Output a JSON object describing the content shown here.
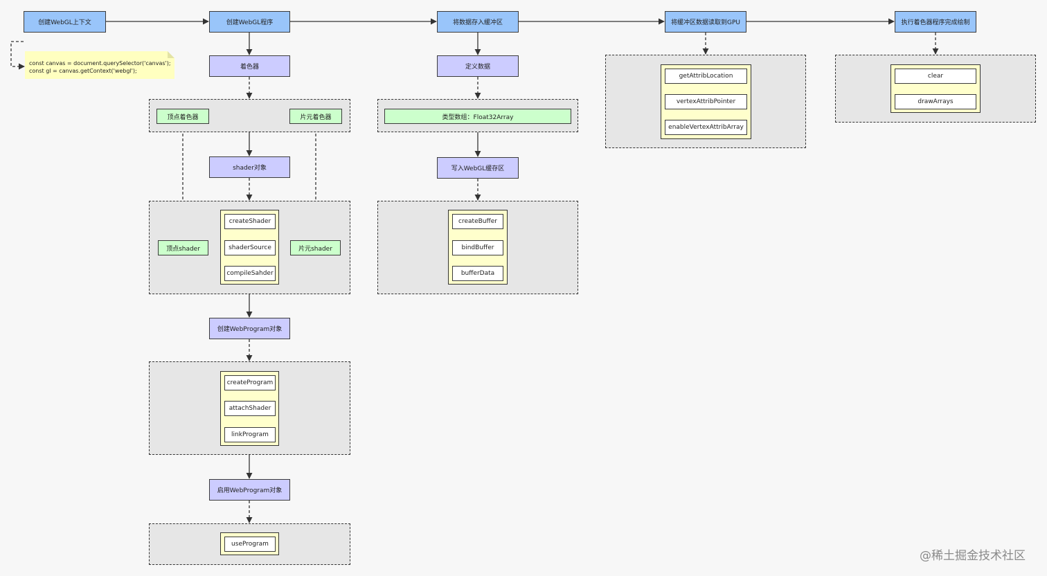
{
  "flow": {
    "step1": "创建WebGL上下文",
    "step2": "创建WebGL程序",
    "step3": "将数据存入缓冲区",
    "step4": "将缓冲区数据读取到GPU",
    "step5": "执行着色器程序完成绘制"
  },
  "note": {
    "line1": "const canvas = document.querySelector('canvas');",
    "line2": "const gl = canvas.getContext('webgl');"
  },
  "program": {
    "shader_label": "着色器",
    "vertex_shader": "顶点着色器",
    "fragment_shader": "片元着色器",
    "shader_object": "shader对象",
    "vertex_shader_obj": "顶点shader",
    "fragment_shader_obj": "片元shader",
    "create_shader": "createShader",
    "shader_source": "shaderSource",
    "compile_shader": "compileSahder",
    "create_program_object": "创建WebProgram对象",
    "create_program": "createProgram",
    "attach_shader": "attachShader",
    "link_program": "linkProgram",
    "use_program_object": "启用WebProgram对象",
    "use_program": "useProgram"
  },
  "buffer": {
    "define_data": "定义数据",
    "typed_array": "类型数组：Float32Array",
    "write_buffer": "写入WebGL缓存区",
    "create_buffer": "createBuffer",
    "bind_buffer": "bindBuffer",
    "buffer_data": "bufferData"
  },
  "gpu": {
    "get_attrib_location": "getAttribLocation",
    "vertex_attrib_pointer": "vertexAttribPointer",
    "enable_vertex_attrib_array": "enableVertexAttribArray"
  },
  "draw": {
    "clear": "clear",
    "draw_arrays": "drawArrays"
  },
  "watermark": "@稀土掘金技术社区",
  "colors": {
    "blue": "#99c5fa",
    "purple": "#ccccff",
    "green": "#ccffcc",
    "yellow": "#ffffcc",
    "note": "#ffffc0",
    "group_bg": "#e6e6e6"
  }
}
